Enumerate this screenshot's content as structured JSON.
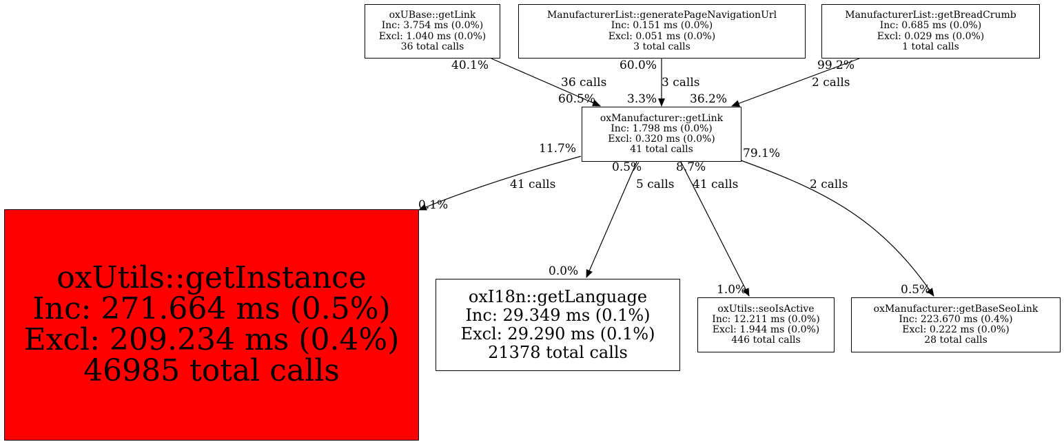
{
  "nodes": [
    {
      "id": "ubase",
      "name": "oxUBase::getLink",
      "inc": "Inc: 3.754 ms (0.0%)",
      "excl": "Excl: 1.040 ms (0.0%)",
      "calls": "36 total calls"
    },
    {
      "id": "mlnav",
      "name": "ManufacturerList::generatePageNavigationUrl",
      "inc": "Inc: 0.151 ms (0.0%)",
      "excl": "Excl: 0.051 ms (0.0%)",
      "calls": "3 total calls"
    },
    {
      "id": "mlbread",
      "name": "ManufacturerList::getBreadCrumb",
      "inc": "Inc: 0.685 ms (0.0%)",
      "excl": "Excl: 0.029 ms (0.0%)",
      "calls": "1 total calls"
    },
    {
      "id": "mfrlink",
      "name": "oxManufacturer::getLink",
      "inc": "Inc: 1.798 ms (0.0%)",
      "excl": "Excl: 0.320 ms (0.0%)",
      "calls": "41 total calls"
    },
    {
      "id": "utilsinst",
      "name": "oxUtils::getInstance",
      "inc": "Inc: 271.664 ms (0.5%)",
      "excl": "Excl: 209.234 ms (0.4%)",
      "calls": "46985 total calls",
      "fill": "#ff0000"
    },
    {
      "id": "i18n",
      "name": "oxI18n::getLanguage",
      "inc": "Inc: 29.349 ms (0.1%)",
      "excl": "Excl: 29.290 ms (0.1%)",
      "calls": "21378 total calls"
    },
    {
      "id": "seo",
      "name": "oxUtils::seoIsActive",
      "inc": "Inc: 12.211 ms (0.0%)",
      "excl": "Excl: 1.944 ms (0.0%)",
      "calls": "446 total calls"
    },
    {
      "id": "baseseo",
      "name": "oxManufacturer::getBaseSeoLink",
      "inc": "Inc: 223.670 ms (0.4%)",
      "excl": "Excl: 0.222 ms (0.0%)",
      "calls": "28 total calls"
    }
  ],
  "edges": [
    {
      "from": "ubase",
      "to": "mfrlink",
      "calls": "36 calls",
      "tail_pct": "40.1%",
      "head_pct": "60.5%"
    },
    {
      "from": "mlnav",
      "to": "mfrlink",
      "calls": "3 calls",
      "tail_pct": "60.0%",
      "head_pct": "3.3%"
    },
    {
      "from": "mlbread",
      "to": "mfrlink",
      "calls": "2 calls",
      "tail_pct": "99.2%",
      "head_pct": "36.2%"
    },
    {
      "from": "mfrlink",
      "to": "utilsinst",
      "calls": "41 calls",
      "tail_pct": "11.7%",
      "head_pct": "0.1%"
    },
    {
      "from": "mfrlink",
      "to": "i18n",
      "calls": "5 calls",
      "tail_pct": "0.5%",
      "head_pct": "0.0%"
    },
    {
      "from": "mfrlink",
      "to": "seo",
      "calls": "41 calls",
      "tail_pct": "8.7%",
      "head_pct": "1.0%"
    },
    {
      "from": "mfrlink",
      "to": "baseseo",
      "calls": "2 calls",
      "tail_pct": "79.1%",
      "head_pct": "0.5%"
    }
  ]
}
